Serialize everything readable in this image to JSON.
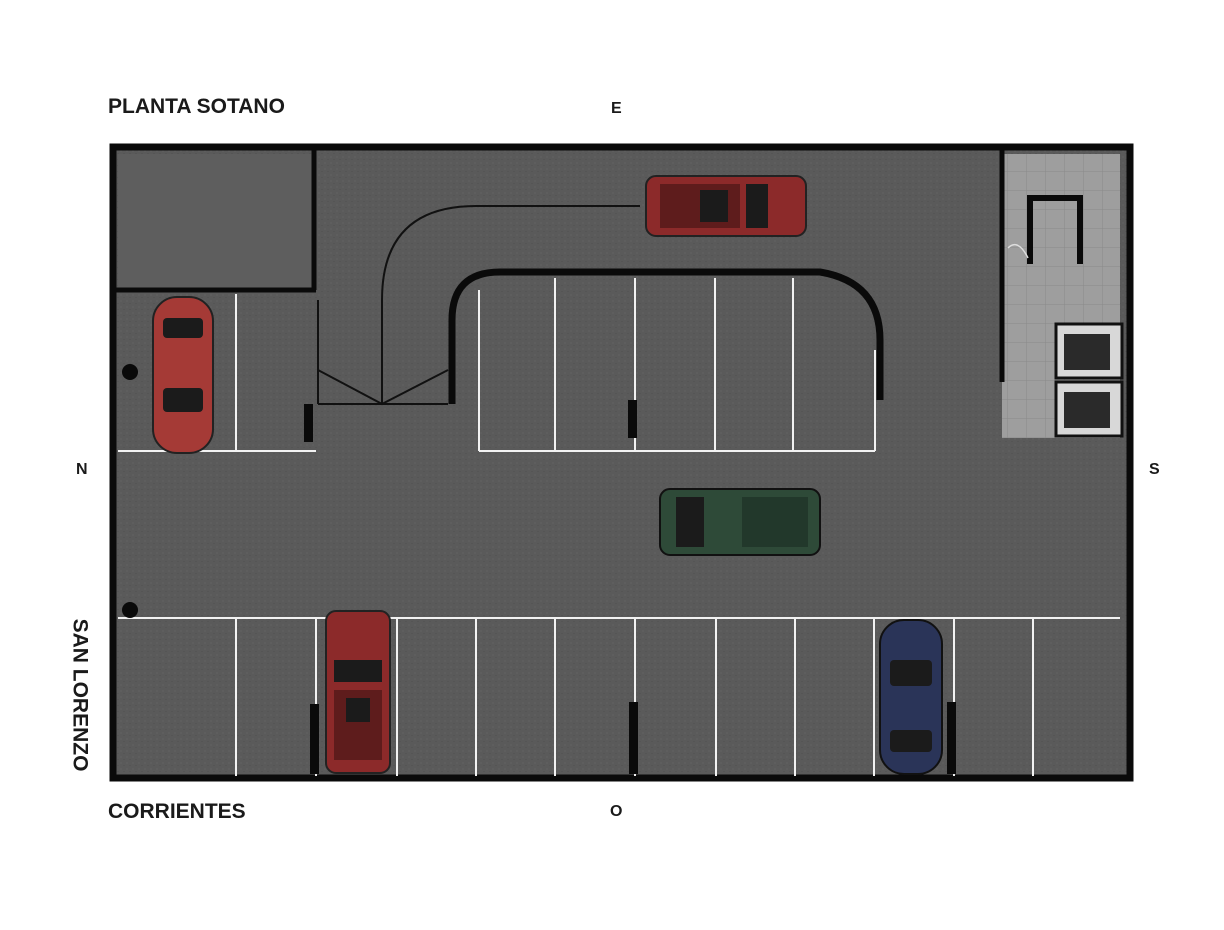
{
  "labels": {
    "title": "PLANTA SOTANO",
    "street_bottom": "CORRIENTES",
    "street_left": "SAN LORENZO",
    "compass_top": "E",
    "compass_bottom": "O",
    "compass_left": "N",
    "compass_right": "S"
  },
  "colors": {
    "asphalt": "#5a5a5a",
    "wall": "#0a0a0a",
    "stall_line": "#f2f2f2",
    "tile_floor": "#9c9c9c",
    "car_red": "#8c2a2a",
    "car_green": "#2e4a38",
    "car_blue": "#2a3458"
  },
  "vehicles": [
    {
      "name": "red-pickup-top",
      "color": "#8c2a2a"
    },
    {
      "name": "red-sedan-left",
      "color": "#a53a36"
    },
    {
      "name": "green-pickup-center",
      "color": "#2e4a38"
    },
    {
      "name": "red-pickup-bottom",
      "color": "#8c2a2a"
    },
    {
      "name": "blue-sedan-bottom",
      "color": "#2a3458"
    }
  ]
}
